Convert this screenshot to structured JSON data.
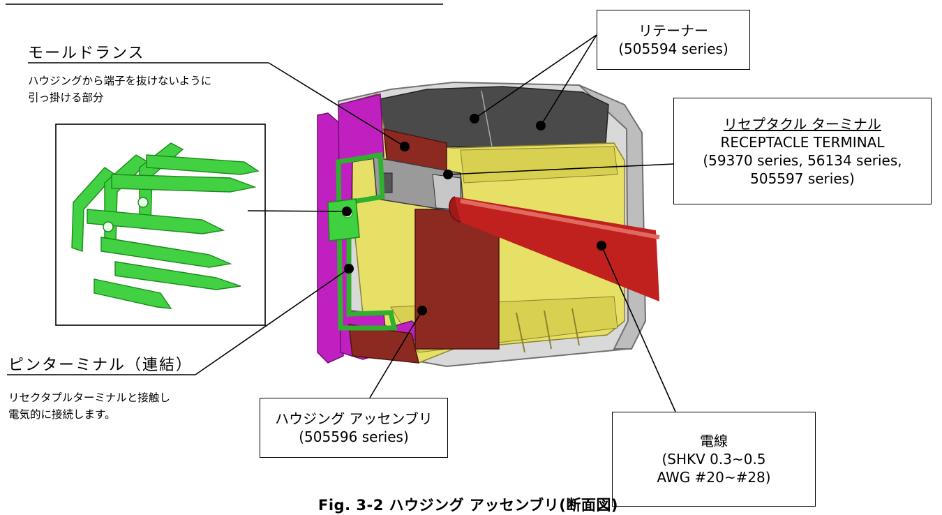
{
  "retainer": {
    "title": "リテーナー",
    "series": "(505594 series)"
  },
  "receptacle": {
    "title_jp": "リセプタクル ターミナル",
    "title_en": "RECEPTACLE TERMINAL",
    "series_1": "(59370 series, 56134 series,",
    "series_2": "505597 series)"
  },
  "mold_lance": {
    "title": "モールドランス",
    "desc_1": "ハウジングから端子を抜けないように",
    "desc_2": "引っ掛ける部分"
  },
  "pin_terminal": {
    "title": "ピンターミナル（連結）",
    "desc_1": "リセクタプルターミナルと接触し",
    "desc_2": "電気的に接続します。"
  },
  "housing_assembly": {
    "title": "ハウジング アッセンブリ",
    "series": "(505596 series)"
  },
  "wire": {
    "title": "電線",
    "spec_1": "(SHKV 0.3~0.5",
    "spec_2": "AWG #20~#28)"
  },
  "caption": "Fig. 3-2 ハウジング アッセンブリ(断面図)",
  "colors": {
    "housing_yellow": "#e6e066",
    "housing_grey": "#d8d8d8",
    "retainer_dark": "#4a4a4a",
    "magenta": "#c020c0",
    "brown": "#8c2a22",
    "wire_red": "#c0201e",
    "pin_green": "#3fd13f"
  }
}
